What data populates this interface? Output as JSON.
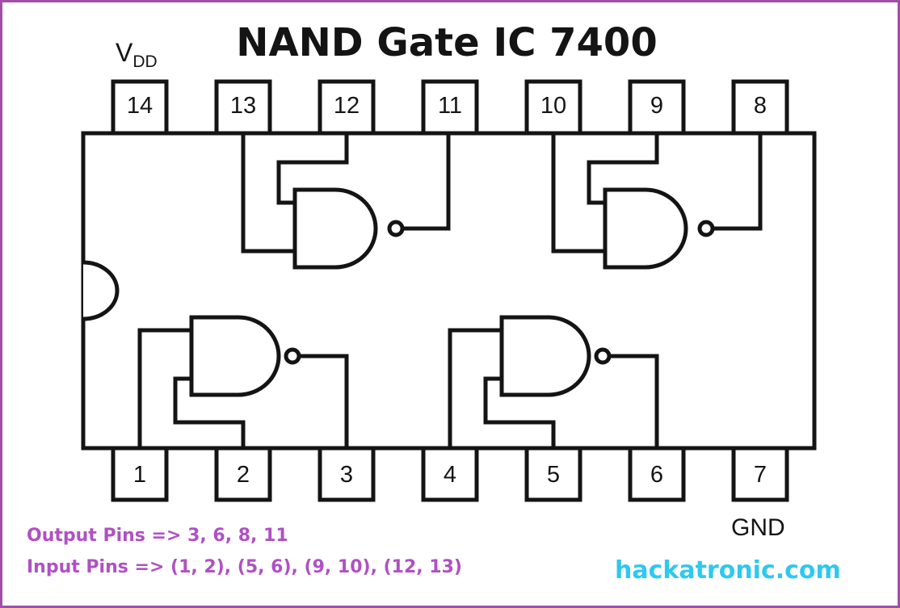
{
  "title": "NAND Gate IC 7400",
  "vdd": {
    "main": "V",
    "sub": "DD"
  },
  "gnd": "GND",
  "top_pins": [
    "14",
    "13",
    "12",
    "11",
    "10",
    "9",
    "8"
  ],
  "bottom_pins": [
    "1",
    "2",
    "3",
    "4",
    "5",
    "6",
    "7"
  ],
  "notes": {
    "output": "Output Pins => 3, 6, 8, 11",
    "input": "Input Pins => (1, 2), (5, 6), (9, 10), (12, 13)"
  },
  "website": "hackatronic.com",
  "colors": {
    "border": "#a24ea8",
    "note": "#b050c4",
    "website": "#2ec8f0",
    "ink": "#141414"
  }
}
